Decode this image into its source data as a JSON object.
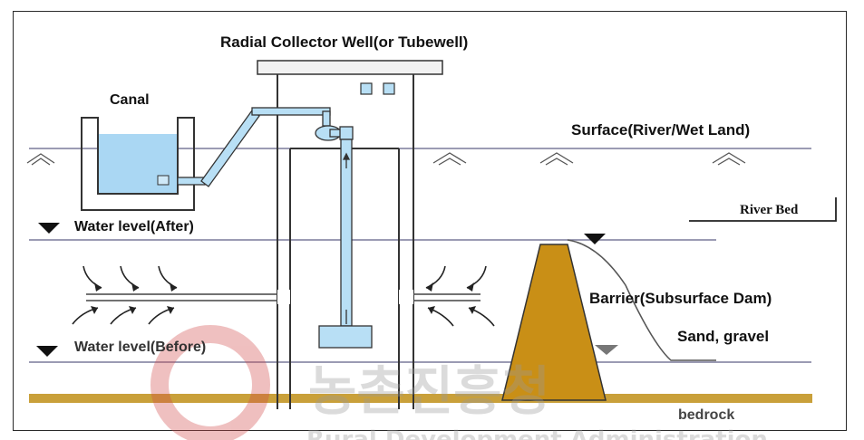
{
  "labels": {
    "title": "Radial Collector Well(or Tubewell)",
    "canal": "Canal",
    "surface": "Surface(River/Wet Land)",
    "river_bed": "River Bed",
    "water_after": "Water level(After)",
    "water_before": "Water level(Before)",
    "barrier": "Barrier(Subsurface Dam)",
    "sand": "Sand, gravel",
    "bedrock": "bedrock"
  },
  "watermark": {
    "korean": "농촌진흥청",
    "english": "Rural Development Administration"
  },
  "colors": {
    "water": "#aad7f3",
    "pipe": "#b8dff5",
    "dam": "#c98f16",
    "bedrock": "#c9a03a",
    "ground_line": "#7a7a9a"
  }
}
